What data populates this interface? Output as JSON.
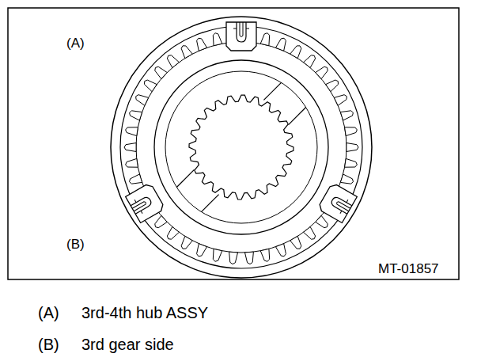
{
  "diagram": {
    "labels": [
      "(A)",
      "(B)",
      "MT-01857",
      "(A)",
      "3rd-4th hub ASSY",
      "(B)",
      "3rd gear side"
    ]
  }
}
